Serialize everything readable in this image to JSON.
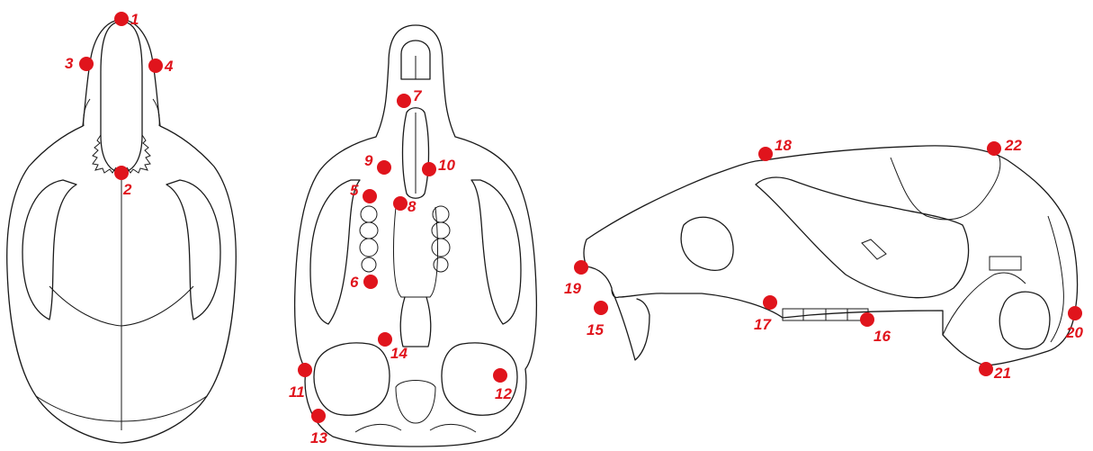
{
  "colors": {
    "landmark": "#e0141c",
    "outline": "#1a1a1a",
    "background": "#ffffff"
  },
  "views": [
    {
      "id": "dorsal",
      "name": "dorsal-view"
    },
    {
      "id": "ventral",
      "name": "ventral-view"
    },
    {
      "id": "lateral",
      "name": "lateral-view"
    }
  ],
  "landmarks": [
    "1",
    "2",
    "3",
    "4",
    "5",
    "6",
    "7",
    "8",
    "9",
    "10",
    "11",
    "12",
    "13",
    "14",
    "15",
    "16",
    "17",
    "18",
    "19",
    "20",
    "21",
    "22"
  ]
}
